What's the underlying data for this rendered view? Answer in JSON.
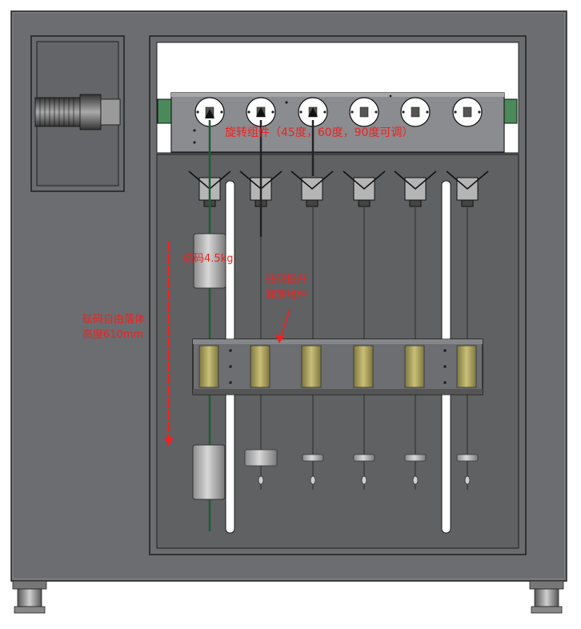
{
  "annotations": {
    "rotation": "旋转组件（45度，60度，90度可调）",
    "weight": "砝码4.5kg",
    "lift_line1": "砝码提升",
    "lift_line2": "释放组件",
    "drop_line1": "砝码自由落体",
    "drop_line2": "高度610mm"
  },
  "colors": {
    "frame": "#6b6d70",
    "panel": "#5f6163",
    "annotation": "#ee2222",
    "clamp": "#a39a55"
  }
}
